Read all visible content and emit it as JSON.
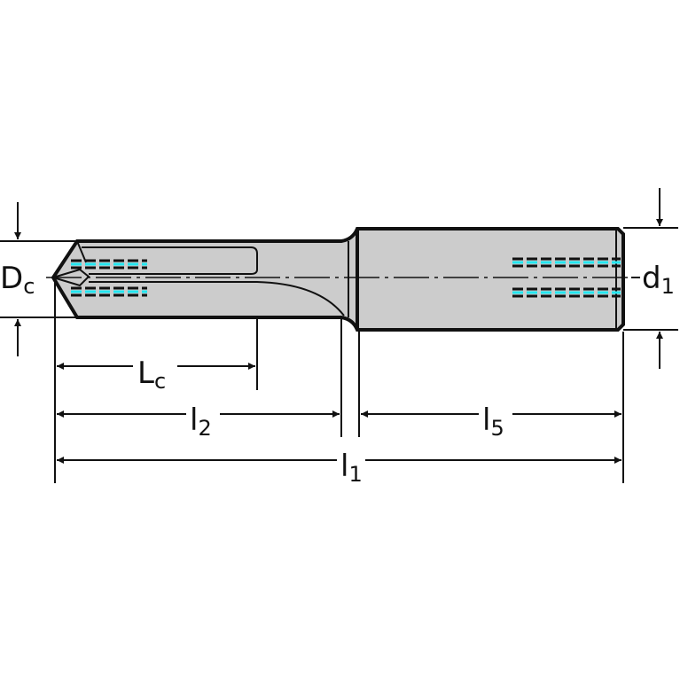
{
  "colors": {
    "body_fill": "#cccccc",
    "outline": "#111111",
    "coolant": "#22e6f0"
  },
  "labels": {
    "dc": {
      "main": "D",
      "sub": "c"
    },
    "d1": {
      "main": "d",
      "sub": "1"
    },
    "lc": {
      "main": "L",
      "sub": "c"
    },
    "l2": {
      "main": "l",
      "sub": "2"
    },
    "l5": {
      "main": "l",
      "sub": "5"
    },
    "l1": {
      "main": "l",
      "sub": "1"
    }
  }
}
